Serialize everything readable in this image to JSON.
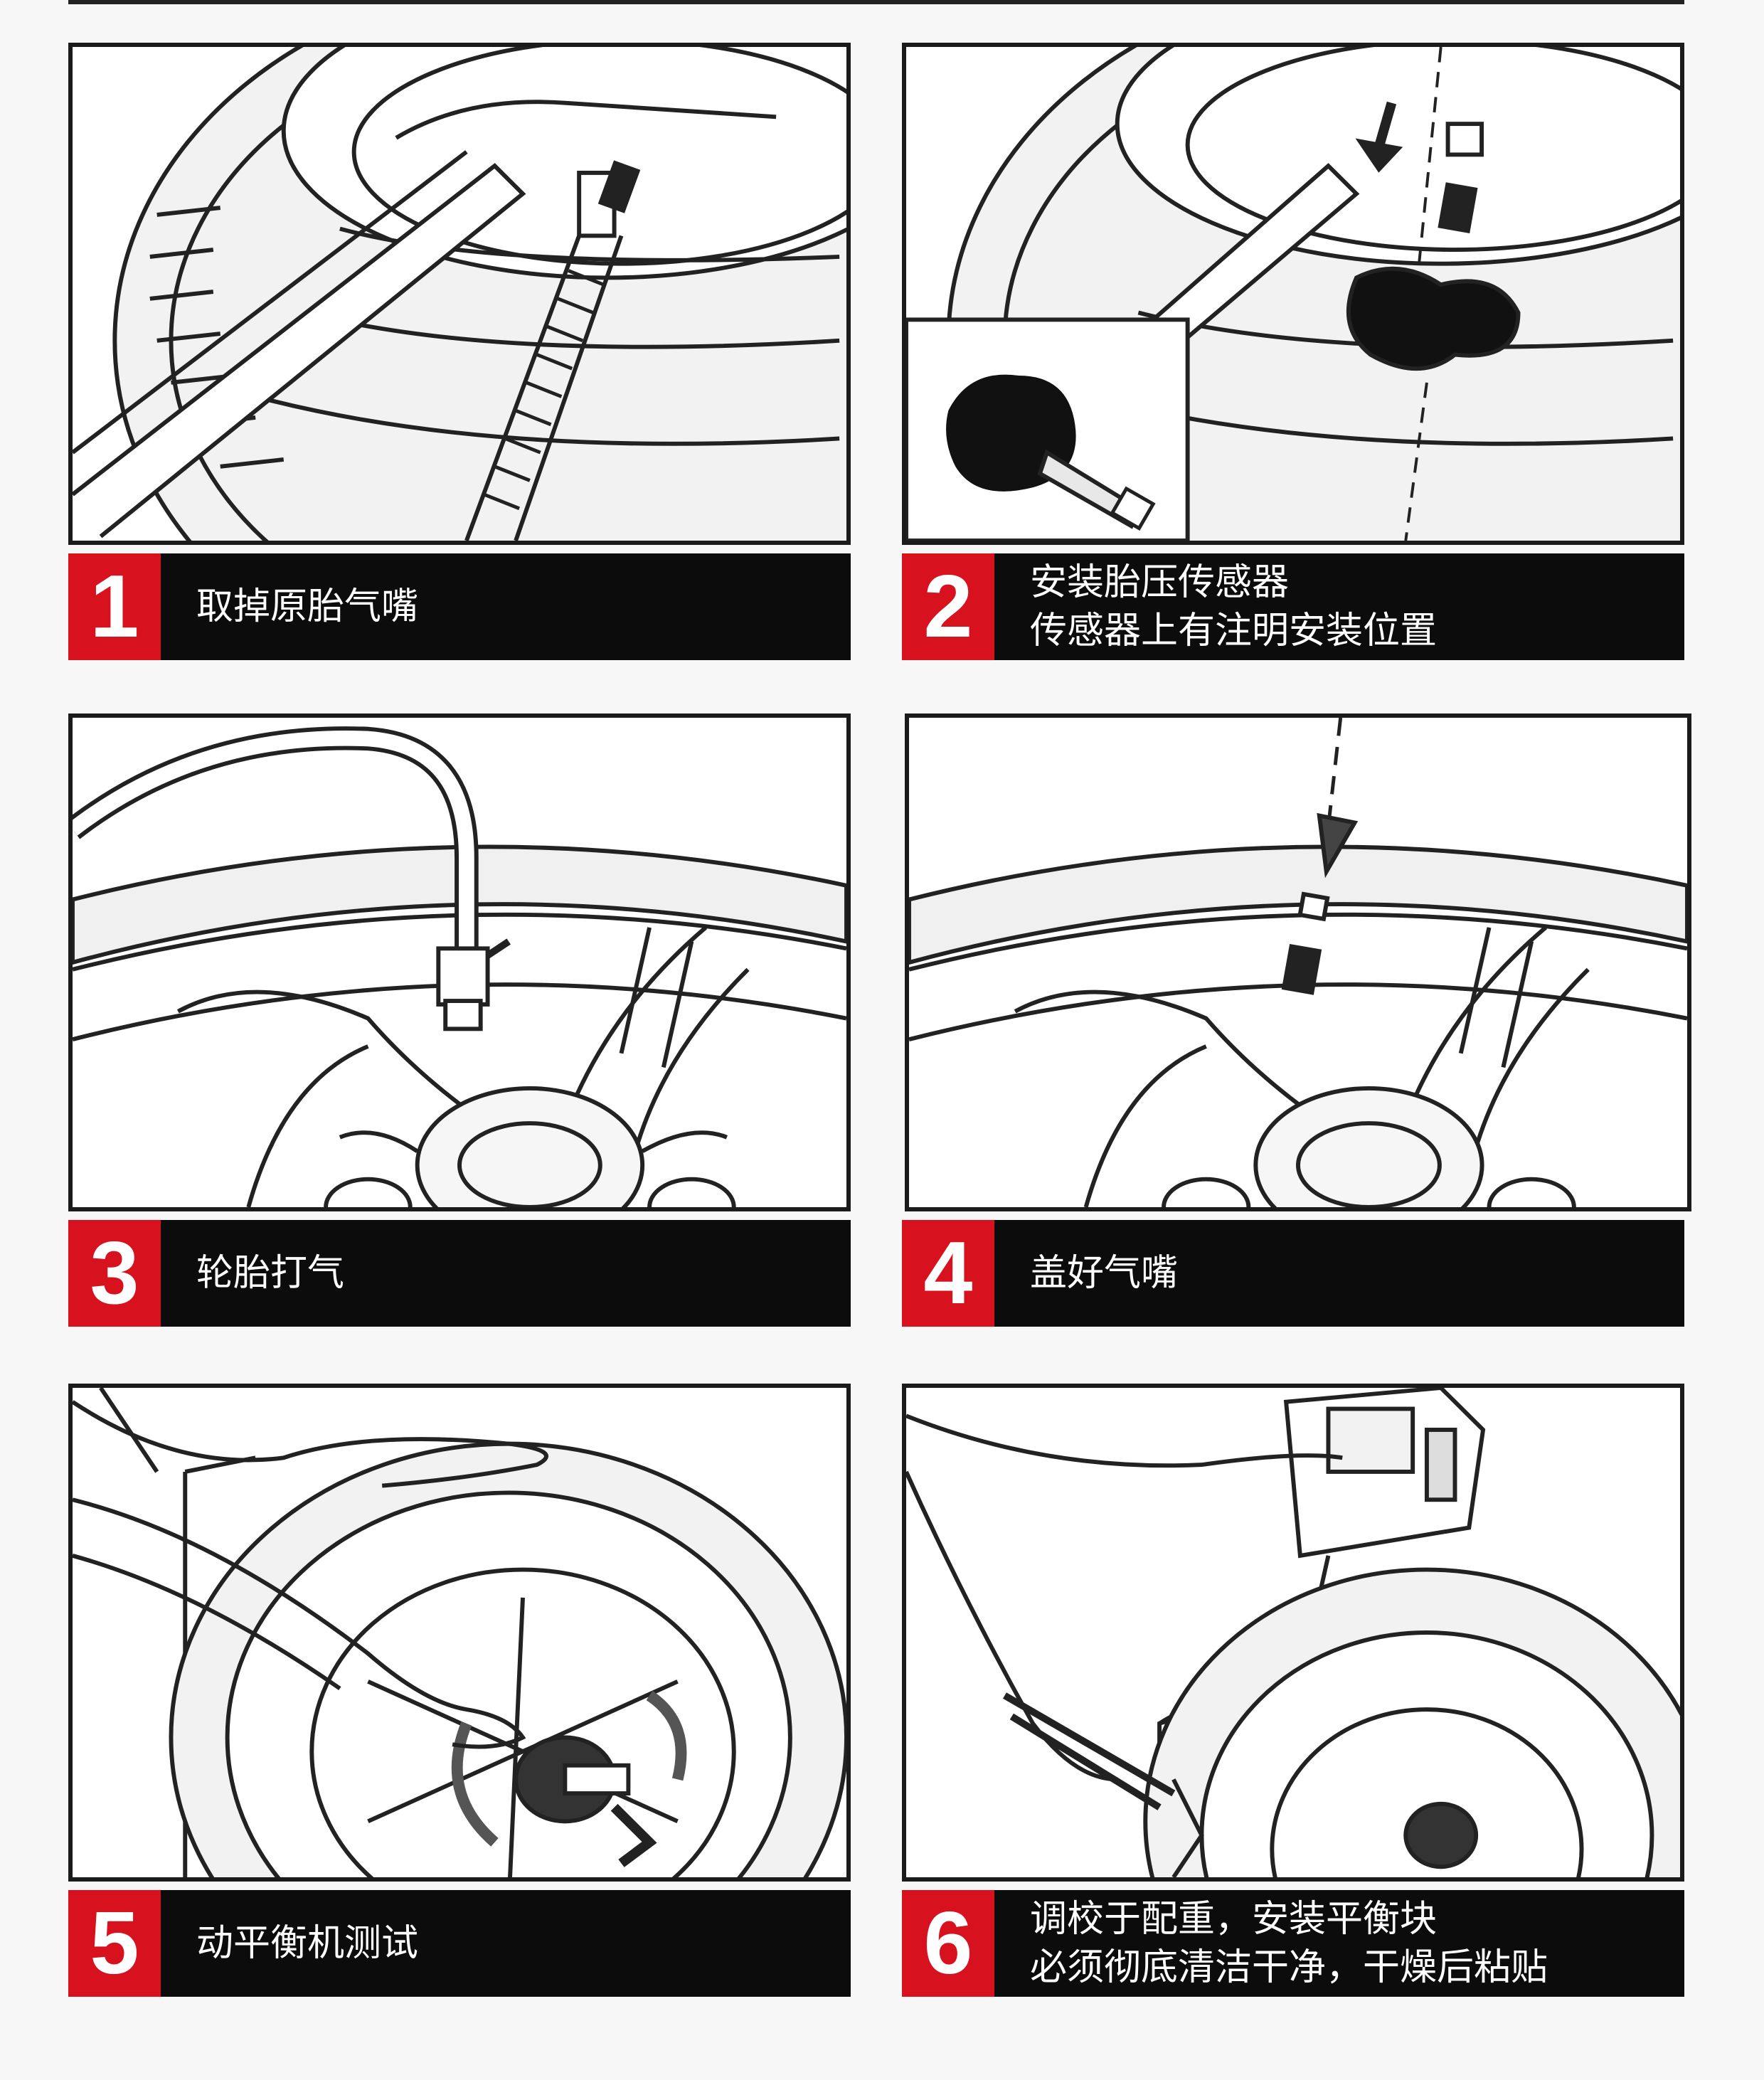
{
  "steps": [
    {
      "number": "1",
      "lines": [
        "取掉原胎气嘴"
      ]
    },
    {
      "number": "2",
      "lines": [
        "安装胎压传感器",
        "传感器上有注明安装位置"
      ]
    },
    {
      "number": "3",
      "lines": [
        "轮胎打气"
      ]
    },
    {
      "number": "4",
      "lines": [
        "盖好气嘴"
      ]
    },
    {
      "number": "5",
      "lines": [
        "动平衡机测试"
      ]
    },
    {
      "number": "6",
      "lines": [
        "调校于配重，安装平衡块",
        "必须彻底清洁干净，干燥后粘贴"
      ]
    }
  ],
  "colors": {
    "accent": "#d7111d",
    "caption_bg": "#0c0c0c",
    "line_art": "#1b1b1b"
  }
}
